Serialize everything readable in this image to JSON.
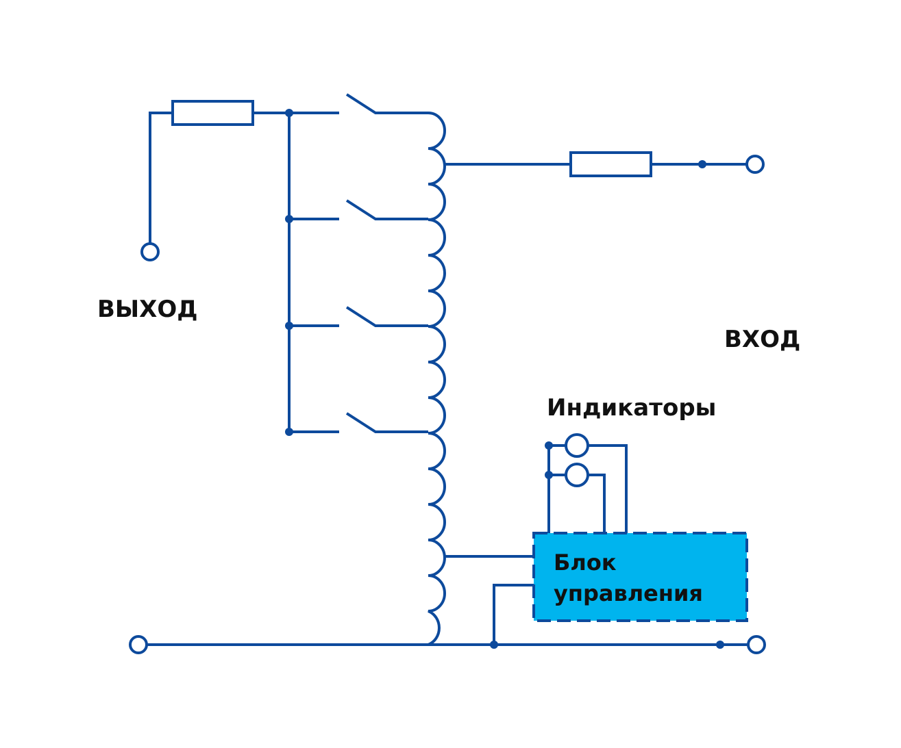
{
  "colors": {
    "line": "#0d4a9c",
    "block_fill": "#00b4ee",
    "text": "#111111"
  },
  "labels": {
    "output": "ВЫХОД",
    "input": "ВХОД",
    "indicators": "Индикаторы",
    "control_block_line1": "Блок",
    "control_block_line2": "управления"
  }
}
